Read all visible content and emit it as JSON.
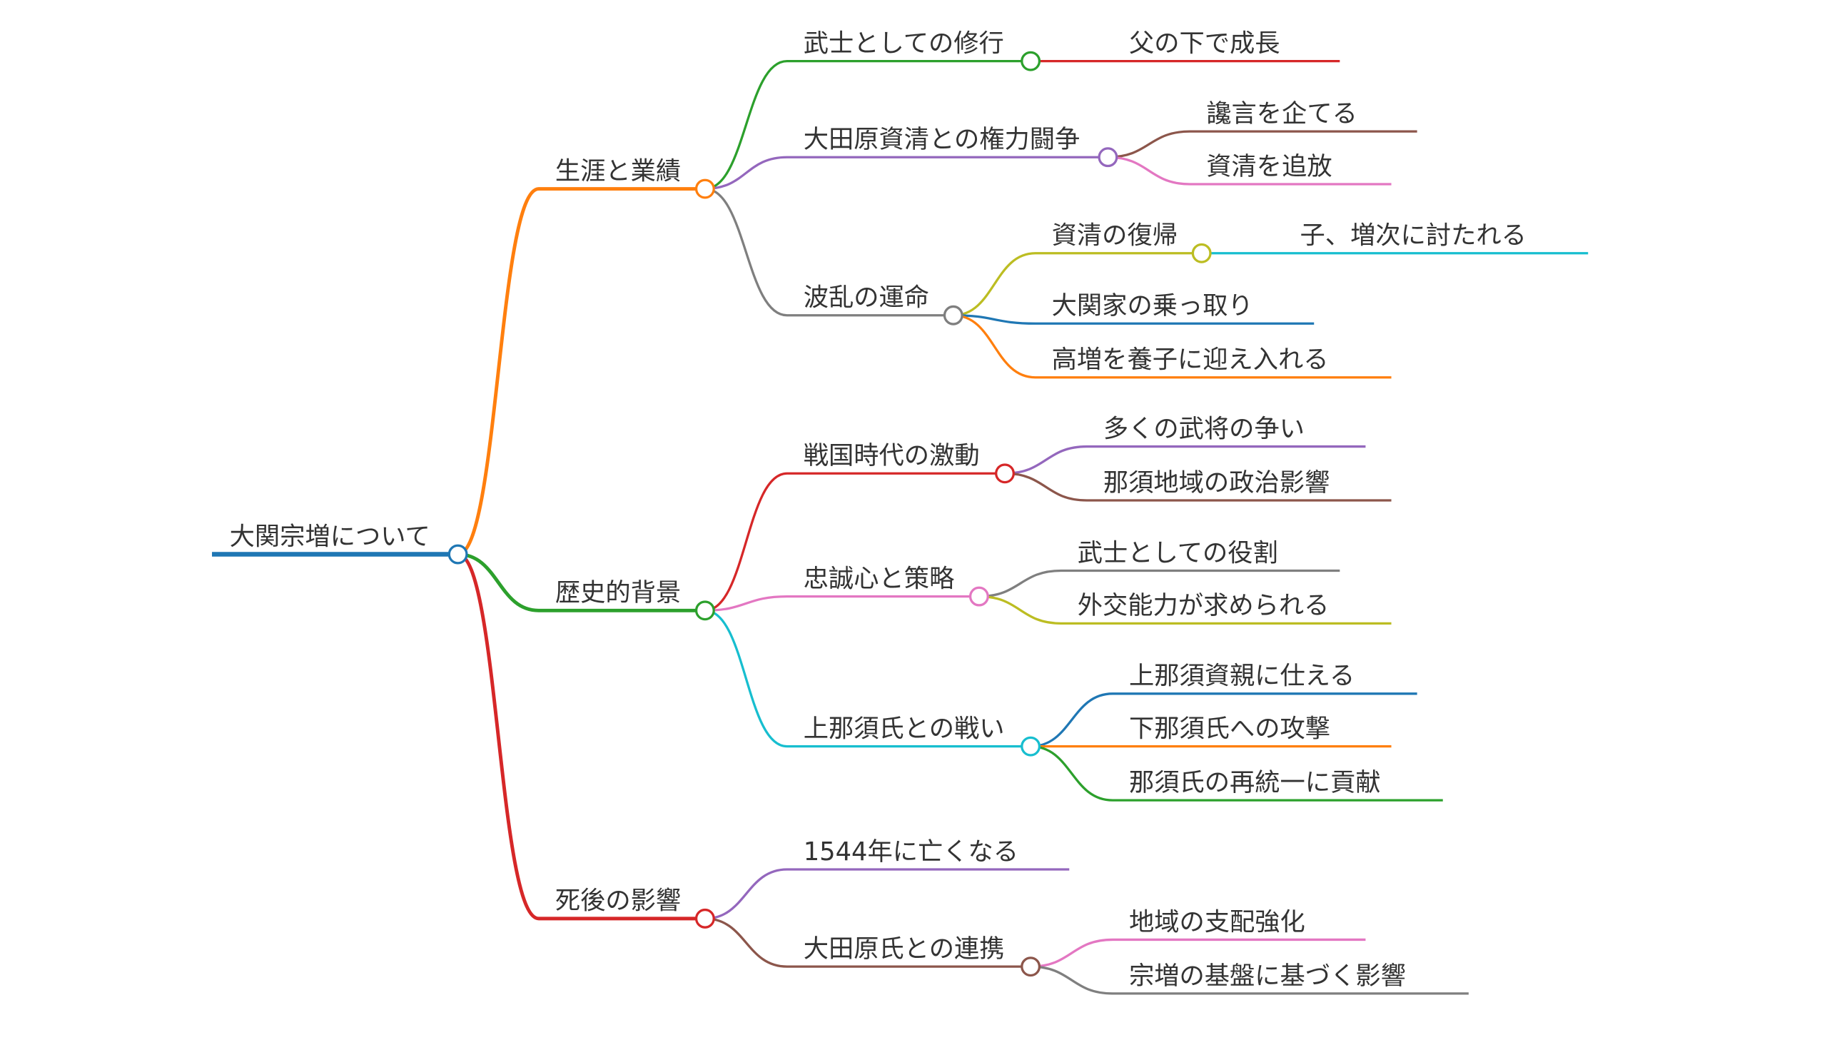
{
  "colors": {
    "blue": "#1f77b4",
    "orange": "#ff7f0e",
    "green": "#2ca02c",
    "red": "#d62728",
    "purple": "#9467bd",
    "brown": "#8c564b",
    "pink": "#e377c2",
    "gray": "#7f7f7f",
    "olive": "#bcbd22",
    "cyan": "#17becf"
  },
  "root": {
    "label": "大関宗増について",
    "children": [
      {
        "label": "生涯と業績",
        "children": [
          {
            "label": "武士としての修行",
            "children": [
              {
                "label": "父の下で成長"
              }
            ]
          },
          {
            "label": "大田原資清との権力闘争",
            "children": [
              {
                "label": "讒言を企てる"
              },
              {
                "label": "資清を追放"
              }
            ]
          },
          {
            "label": "波乱の運命",
            "children": [
              {
                "label": "資清の復帰",
                "children": [
                  {
                    "label": "子、増次に討たれる"
                  }
                ]
              },
              {
                "label": "大関家の乗っ取り"
              },
              {
                "label": "高増を養子に迎え入れる"
              }
            ]
          }
        ]
      },
      {
        "label": "歴史的背景",
        "children": [
          {
            "label": "戦国時代の激動",
            "children": [
              {
                "label": "多くの武将の争い"
              },
              {
                "label": "那須地域の政治影響"
              }
            ]
          },
          {
            "label": "忠誠心と策略",
            "children": [
              {
                "label": "武士としての役割"
              },
              {
                "label": "外交能力が求められる"
              }
            ]
          },
          {
            "label": "上那須氏との戦い",
            "children": [
              {
                "label": "上那須資親に仕える"
              },
              {
                "label": "下那須氏への攻撃"
              },
              {
                "label": "那須氏の再統一に貢献"
              }
            ]
          }
        ]
      },
      {
        "label": "死後の影響",
        "children": [
          {
            "label": "1544年に亡くなる"
          },
          {
            "label": "大田原氏との連携",
            "children": [
              {
                "label": "地域の支配強化"
              },
              {
                "label": "宗増の基盤に基づく影響"
              }
            ]
          }
        ]
      }
    ]
  }
}
